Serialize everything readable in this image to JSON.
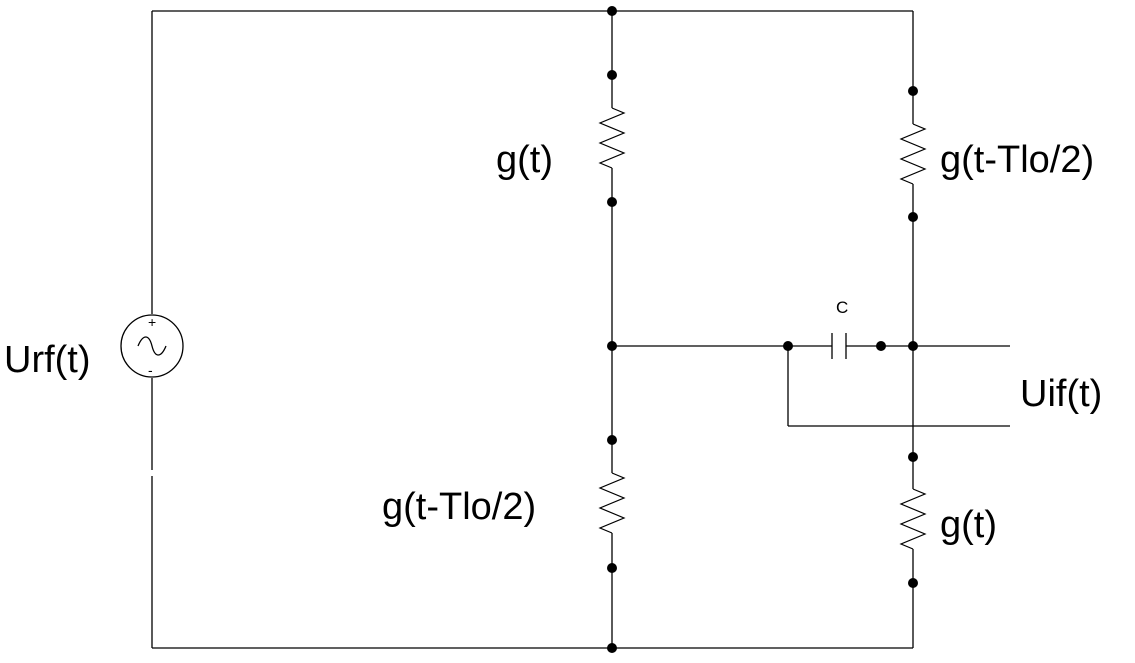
{
  "schematic": {
    "source": {
      "label": "Urf(t)",
      "plus": "+",
      "minus": "-",
      "symbol": "ac-source-icon"
    },
    "resistors": {
      "upper_left": "g(t)",
      "upper_right": "g(t-Tlo/2)",
      "lower_left": "g(t-Tlo/2)",
      "lower_right": "g(t)"
    },
    "capacitor": {
      "label": "C"
    },
    "output": {
      "label": "Uif(t)"
    }
  }
}
